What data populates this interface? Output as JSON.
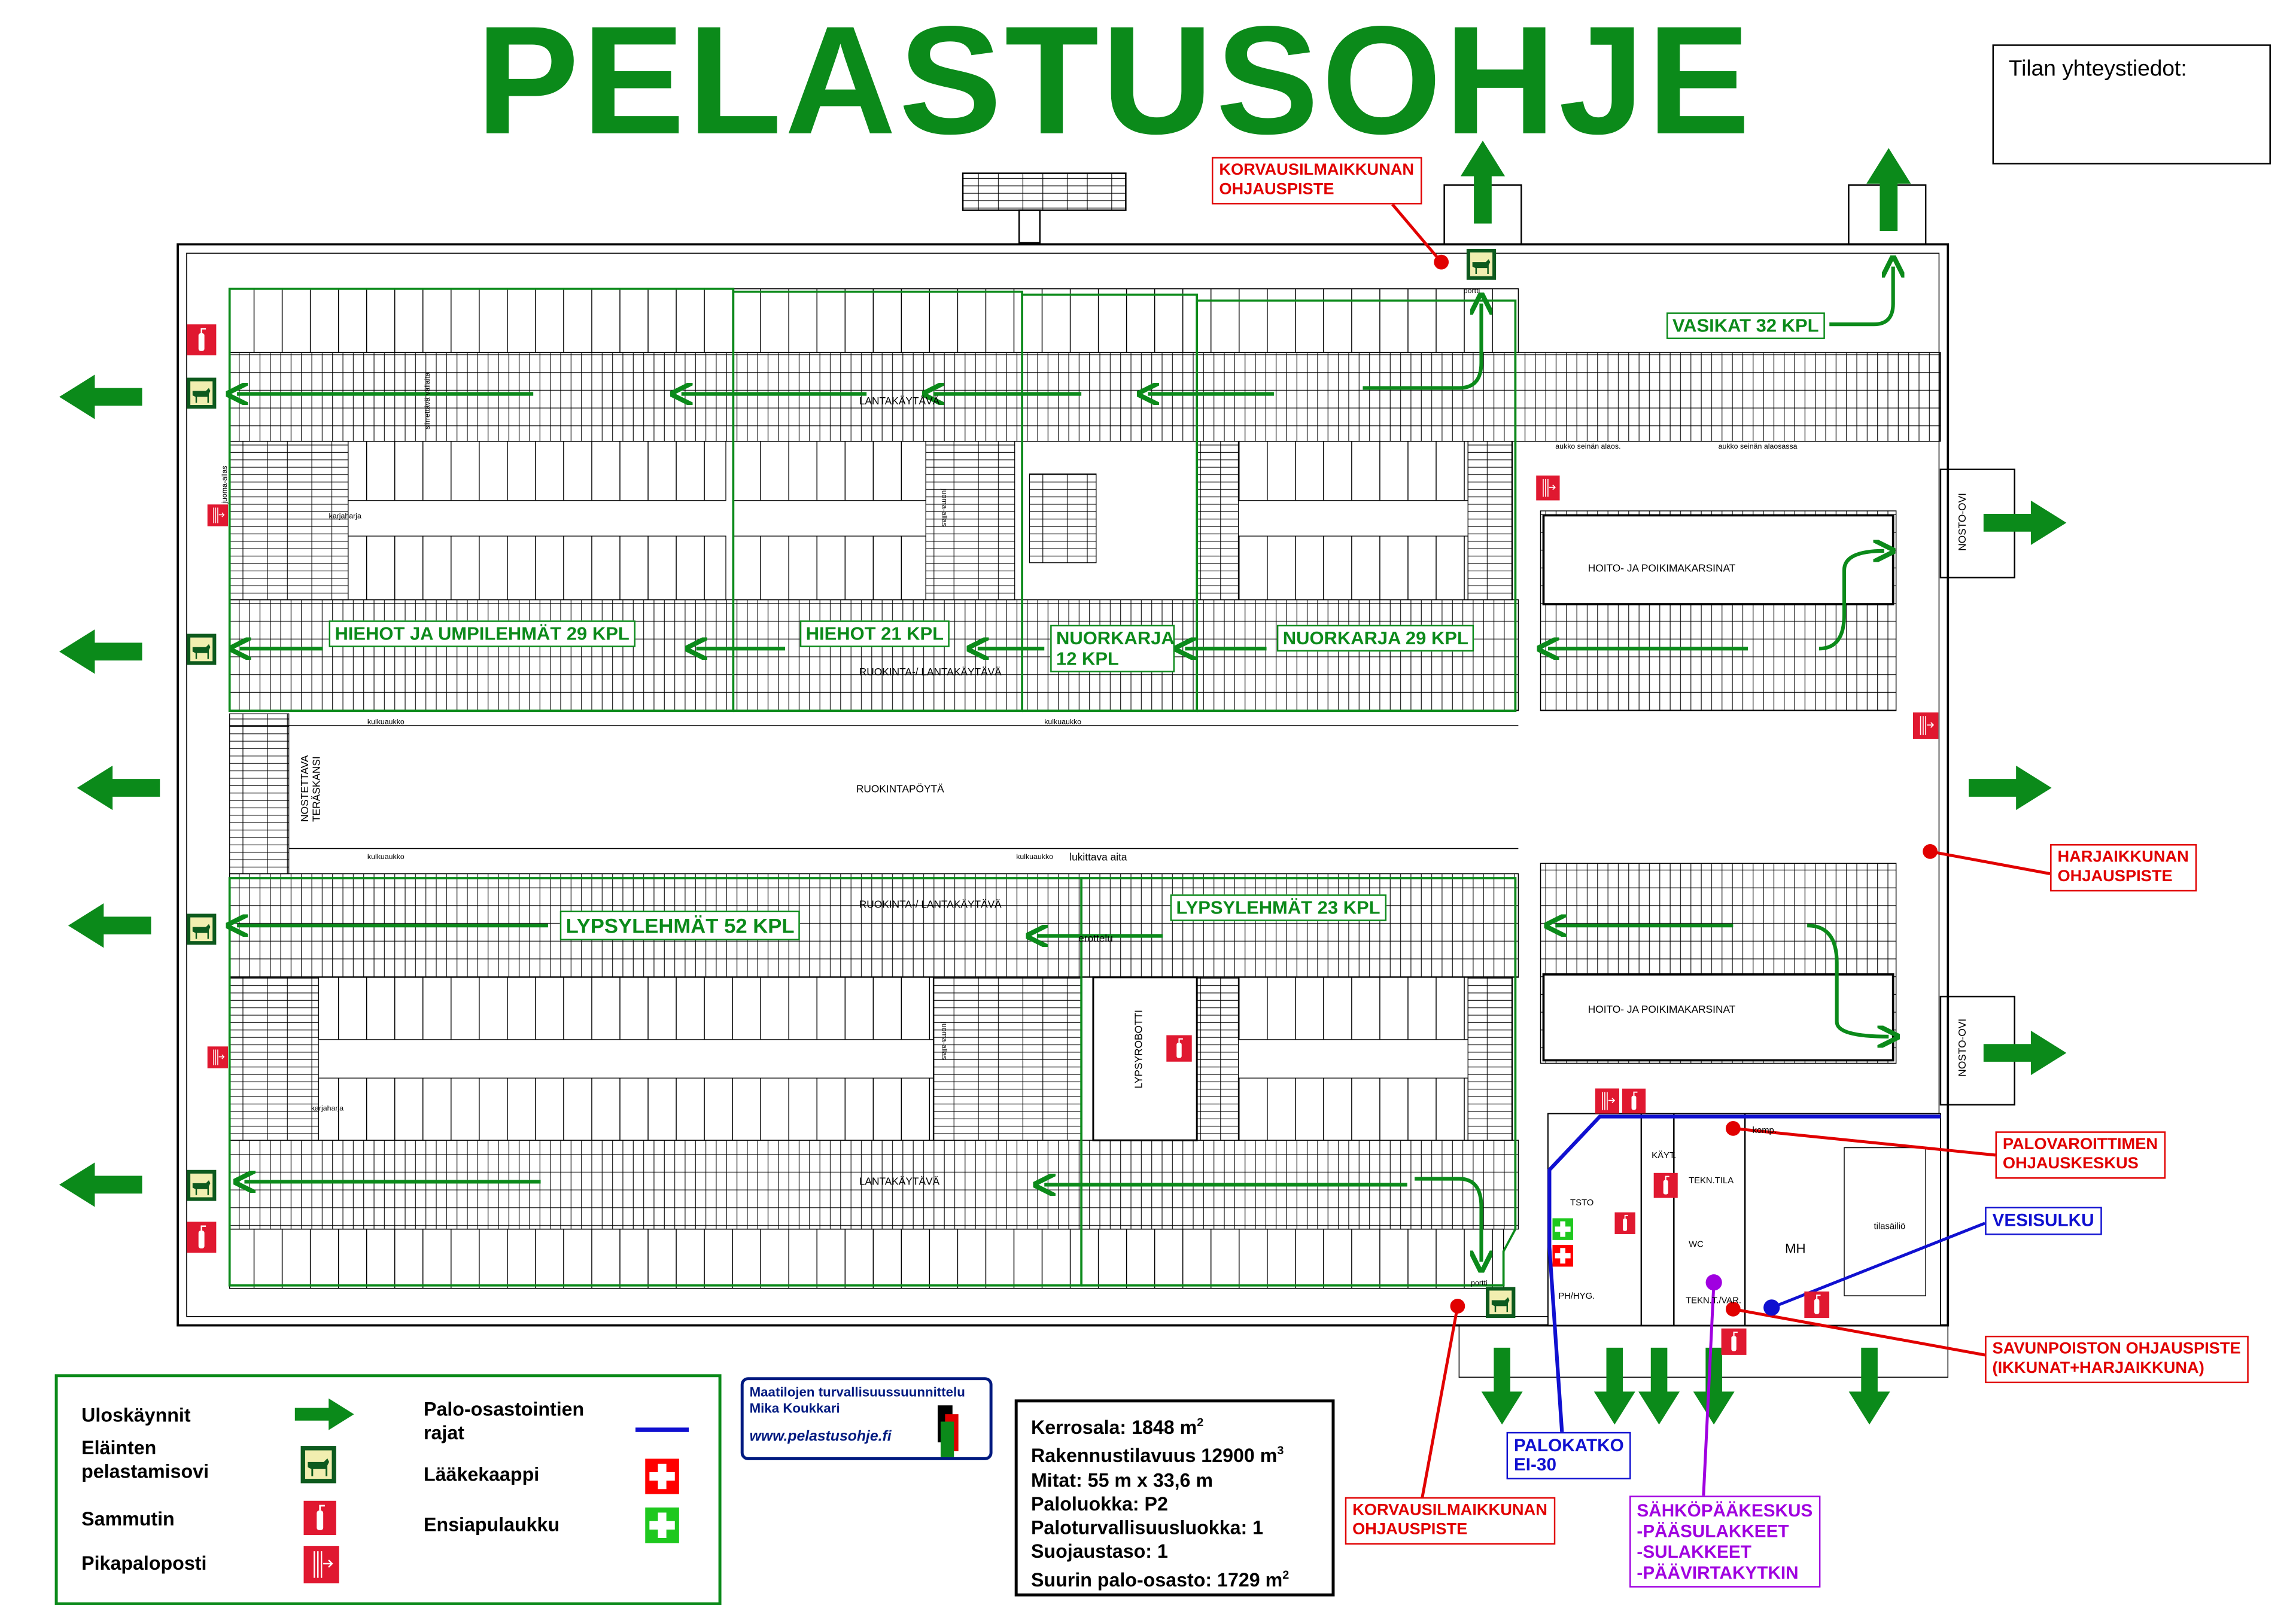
{
  "title": "PELASTUSOHJE",
  "contact_label": "Tilan yhteystiedot:",
  "colors": {
    "exit_green": "#0b8a1a",
    "callout_red": "#e10000",
    "callout_blue": "#1010d0",
    "callout_purple": "#a000e0",
    "fire_compartment": "#1010d0"
  },
  "animal_groups": [
    "VASIKAT 32 KPL",
    "HIEHOT JA UMPILEHMÄT 29 KPL",
    "HIEHOT 21 KPL",
    "NUORKARJA 12 KPL",
    "NUORKARJA 29 KPL",
    "LYPSYLEHMÄT 52 KPL",
    "LYPSYLEHMÄT 23 KPL"
  ],
  "plan_labels": {
    "lantakaytava": "LANTAKÄYTÄVÄ",
    "ruokinta_lanta": "RUOKINTA-/ LANTAKÄYTÄVÄ",
    "ruokintapoyta": "RUOKINTAPÖYTÄ",
    "hoito": "HOITO- JA POIKIMAKARSINAT",
    "nosto_ovi": "NOSTO-OVI",
    "nostettava": "NOSTETTAVA",
    "teraskansi": "TERÄSKANSI",
    "lypsyrobotti": "LYPSYROBOTTI",
    "lukittava_aita": "lukittava aita",
    "erottelu": "erottelu",
    "kulkuaukko": "kulkuaukko",
    "aukko1": "aukko seinän alaos.",
    "aukko2": "aukko seinän alaosassa",
    "portti": "portti",
    "juoma_allas": "juoma-allas",
    "karjaharja": "karjaharja",
    "valiaita": "siirrettävä väliaita",
    "tsto": "TSTO",
    "kayt": "KÄYT.",
    "tekn_tila": "TEKN.TILA",
    "wc": "WC",
    "mh": "MH",
    "tilasailio": "tilasäiliö",
    "phhyg": "PH/HYG.",
    "tekn_var": "TEKN.T./VAR.",
    "komp": "komp."
  },
  "callouts": {
    "korvaus_top": [
      "KORVAUSILMAIKKUNAN",
      "OHJAUSPISTE"
    ],
    "harja": [
      "HARJAIKKUNAN",
      "OHJAUSPISTE"
    ],
    "palovaroitin": [
      "PALOVAROITTIMEN",
      "OHJAUSKESKUS"
    ],
    "vesisulku": [
      "VESISULKU"
    ],
    "savunpoisto": [
      "SAVUNPOISTON OHJAUSPISTE",
      "(IKKUNAT+HARJAIKKUNA)"
    ],
    "korvaus_bottom": [
      "KORVAUSILMAIKKUNAN",
      "OHJAUSPISTE"
    ],
    "palokatko": [
      "PALOKATKO",
      "EI-30"
    ],
    "sahko": [
      "SÄHKÖPÄÄKESKUS",
      "-PÄÄSULAKKEET",
      "-SULAKKEET",
      "-PÄÄVIRTAKYTKIN"
    ]
  },
  "legend": {
    "exits": "Uloskäynnit",
    "animal_door": [
      "Eläinten",
      "pelastamisovi"
    ],
    "extinguisher": "Sammutin",
    "hose": "Pikapaloposti",
    "fire_compartment": [
      "Palo-osastointien",
      "rajat"
    ],
    "medicine": "Lääkekaappi",
    "first_aid": "Ensiapulaukku"
  },
  "logo": {
    "line1": "Maatilojen turvallisuussuunnittelu",
    "line2": "Mika Koukkari",
    "url": "www.pelastusohje.fi"
  },
  "info": [
    {
      "text": "Kerrosala: 1848 m",
      "sup": "2"
    },
    {
      "text": "Rakennustilavuus 12900 m",
      "sup": "3"
    },
    {
      "text": "Mitat: 55 m x 33,6 m",
      "sup": ""
    },
    {
      "text": "Paloluokka: P2",
      "sup": ""
    },
    {
      "text": "Paloturvallisuusluokka: 1",
      "sup": ""
    },
    {
      "text": "Suojaustaso: 1",
      "sup": ""
    },
    {
      "text": "Suurin palo-osasto: 1729 m",
      "sup": "2"
    }
  ]
}
